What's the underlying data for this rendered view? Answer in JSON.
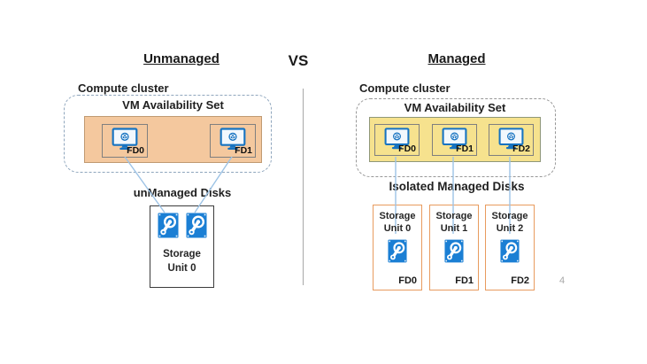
{
  "left": {
    "title": "Unmanaged",
    "cluster_label": "Compute cluster",
    "avset_label": "VM Availability Set",
    "fault_domains": [
      "FD0",
      "FD1"
    ],
    "disks_label": "unManaged Disks",
    "storage_unit": {
      "line1": "Storage",
      "line2": "Unit 0"
    }
  },
  "divider": {
    "vs_label": "VS"
  },
  "right": {
    "title": "Managed",
    "cluster_label": "Compute cluster",
    "avset_label": "VM Availability Set",
    "fault_domains": [
      "FD0",
      "FD1",
      "FD2"
    ],
    "disks_label": "Isolated Managed Disks",
    "storage_units": [
      {
        "line1": "Storage",
        "line2": "Unit 0",
        "fd": "FD0"
      },
      {
        "line1": "Storage",
        "line2": "Unit 1",
        "fd": "FD1"
      },
      {
        "line1": "Storage",
        "line2": "Unit 2",
        "fd": "FD2"
      }
    ]
  },
  "page_number": "4",
  "icons": {
    "vm": "vm-monitor-icon",
    "disk": "managed-disk-icon"
  },
  "colors": {
    "unmanaged_fill": "#F4C89E",
    "managed_fill": "#F6E28E",
    "azure_blue": "#1673C1",
    "disk_blue": "#1B7FD4",
    "connector_blue": "#9DC3E6",
    "storage_border_orange": "#E89B5E"
  }
}
